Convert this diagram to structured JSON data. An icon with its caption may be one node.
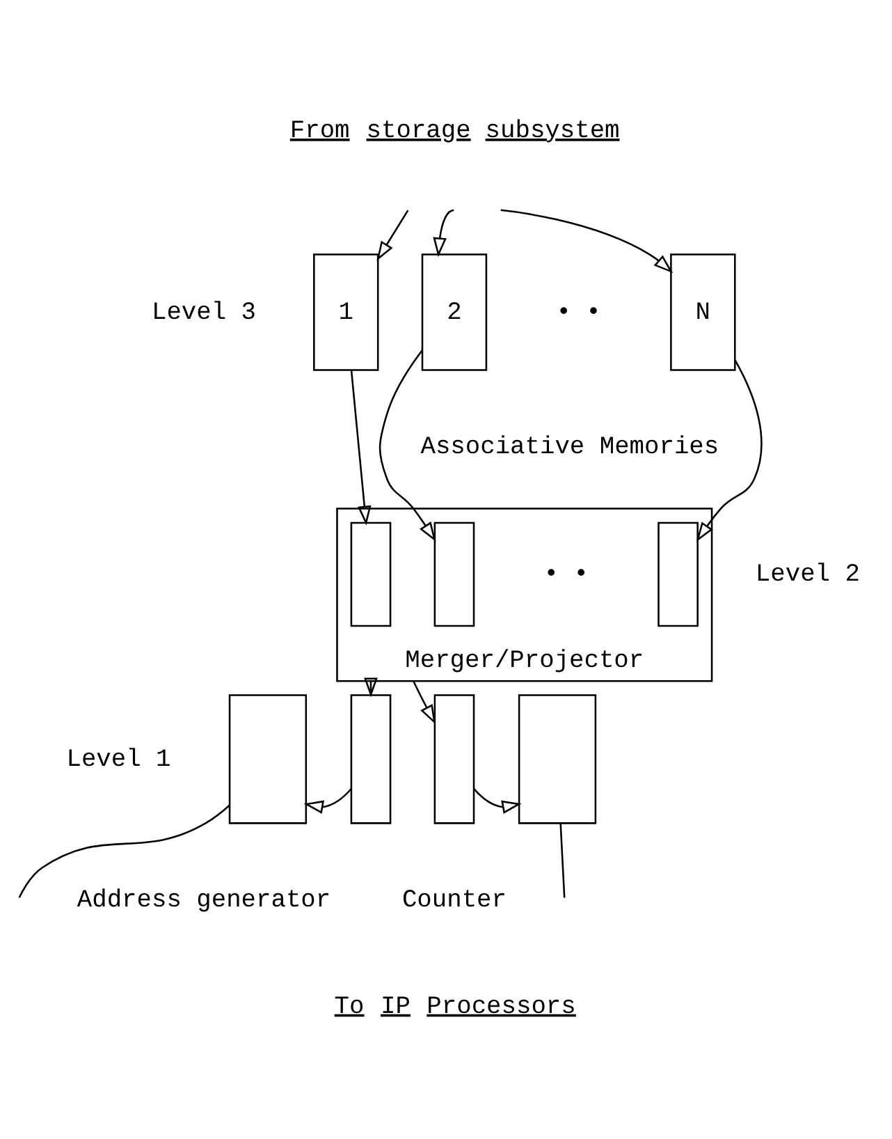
{
  "diagram": {
    "nodes": [
      {
        "text": [
          "1"
        ]
      },
      {
        "text": [
          "2"
        ]
      },
      {
        "text": [
          "N"
        ]
      },
      {
        "text": [
          "Merger/Projector"
        ]
      },
      {
        "text": [],
        "shape": "box",
        "in": 3
      },
      {
        "text": [],
        "shape": "box",
        "in": 3
      },
      {
        "text": [],
        "shape": "box",
        "in": 3
      },
      {
        "text": [],
        "shape": "box"
      },
      {
        "text": [],
        "shape": "box",
        "beside": [
          "Address generator"
        ]
      },
      {
        "text": [],
        "shape": "box",
        "beside": [
          "Counter"
        ]
      },
      {
        "text": [],
        "shape": "box"
      }
    ],
    "edges": [
      {
        "from": null,
        "to": 0,
        "arrow": "to"
      },
      {
        "from": null,
        "to": 1,
        "arrow": "to"
      },
      {
        "from": null,
        "to": 2,
        "arrow": "to"
      },
      {
        "from": 0,
        "to": 4,
        "arrow": "to"
      },
      {
        "from": 1,
        "to": 5,
        "arrow": "to"
      },
      {
        "from": 2,
        "to": 6,
        "arrow": "to"
      },
      {
        "from": 3,
        "to": 8,
        "arrow": "to"
      },
      {
        "from": 3,
        "to": 9,
        "arrow": "to"
      },
      {
        "from": 8,
        "to": 7,
        "arrow": "to"
      },
      {
        "from": 9,
        "to": 10,
        "arrow": "to"
      },
      {
        "from": 7,
        "to": null,
        "arrow": "none"
      },
      {
        "from": 10,
        "to": null,
        "arrow": "none"
      }
    ],
    "labels": [
      "From storage subsystem",
      "Level 3",
      "• •",
      "Associative Memories",
      "Level 2",
      "• •",
      "Level 1",
      "To IP Processors"
    ]
  }
}
